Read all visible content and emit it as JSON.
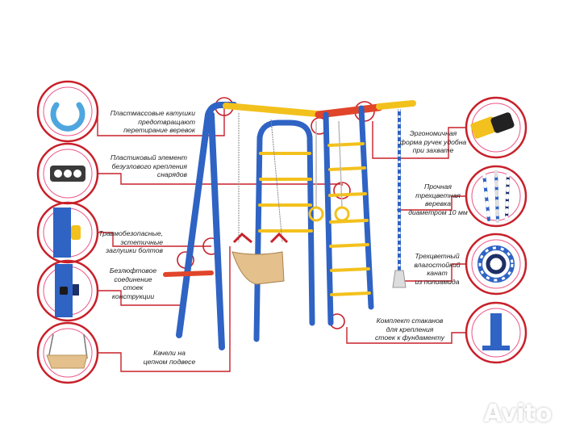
{
  "callouts": {
    "roller": "Пластмассовые катушки\nпредотвращают\nперетирание веревок",
    "mount": "Пластиковый элемент\nбезузлового крепления\nснарядов",
    "caps": "Травмобезопасные,\nэстетичные\nзаглушки болтов",
    "joint": "Безлюфтовое\nсоединение\nстоек\nконструкции",
    "swing": "Качели на\nцепном подвесе",
    "handles": "Эргономичная\nформа ручек удобна\nпри захвате",
    "rope": "Прочная\nтрехцветная веревка\nдиаметром 10 мм",
    "climb_rope": "Трехцветный\nвлагостойкий канат\nиз полиамида",
    "cups": "Комплект стаканов\nдля крепления\nстоек к фундаменту"
  },
  "watermark": "Avito",
  "colors": {
    "frame_blue": "#2f63c4",
    "frame_red": "#e0452a",
    "frame_yellow": "#f3c11d",
    "callout_red": "#c8202a"
  }
}
